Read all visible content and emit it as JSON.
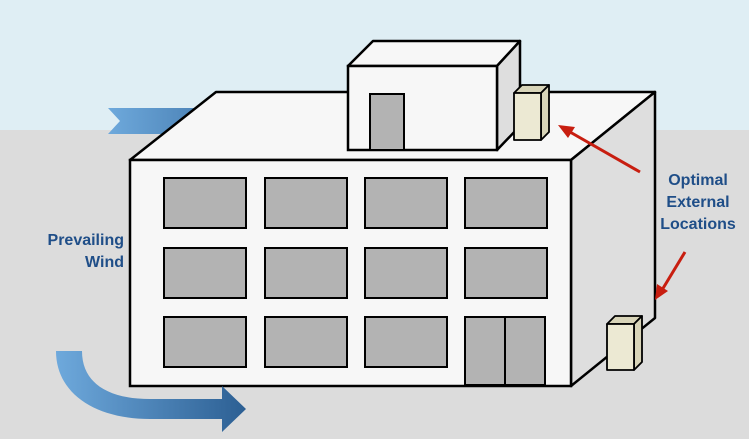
{
  "colors": {
    "sky": "#dfeef4",
    "ground": "#dcdcdc",
    "building_face": "#f7f7f7",
    "building_side": "#dedede",
    "window": "#b3b3b3",
    "outline": "#000000",
    "unit_front": "#ece9d3",
    "unit_side": "#d8d4b8",
    "arrow_light": "#6ea9dc",
    "arrow_dark": "#2c5f93",
    "red_arrow": "#c81e10",
    "label_text": "#1f4e88"
  },
  "labels": {
    "prevailing_wind_line1": "Prevailing",
    "prevailing_wind_line2": "Wind",
    "optimal_line1": "Optimal",
    "optimal_line2": "External",
    "optimal_line3": "Locations"
  },
  "icons": {
    "wind": "blue-gradient-arrow",
    "pointer": "red-arrow",
    "equipment": "external-unit-box"
  }
}
